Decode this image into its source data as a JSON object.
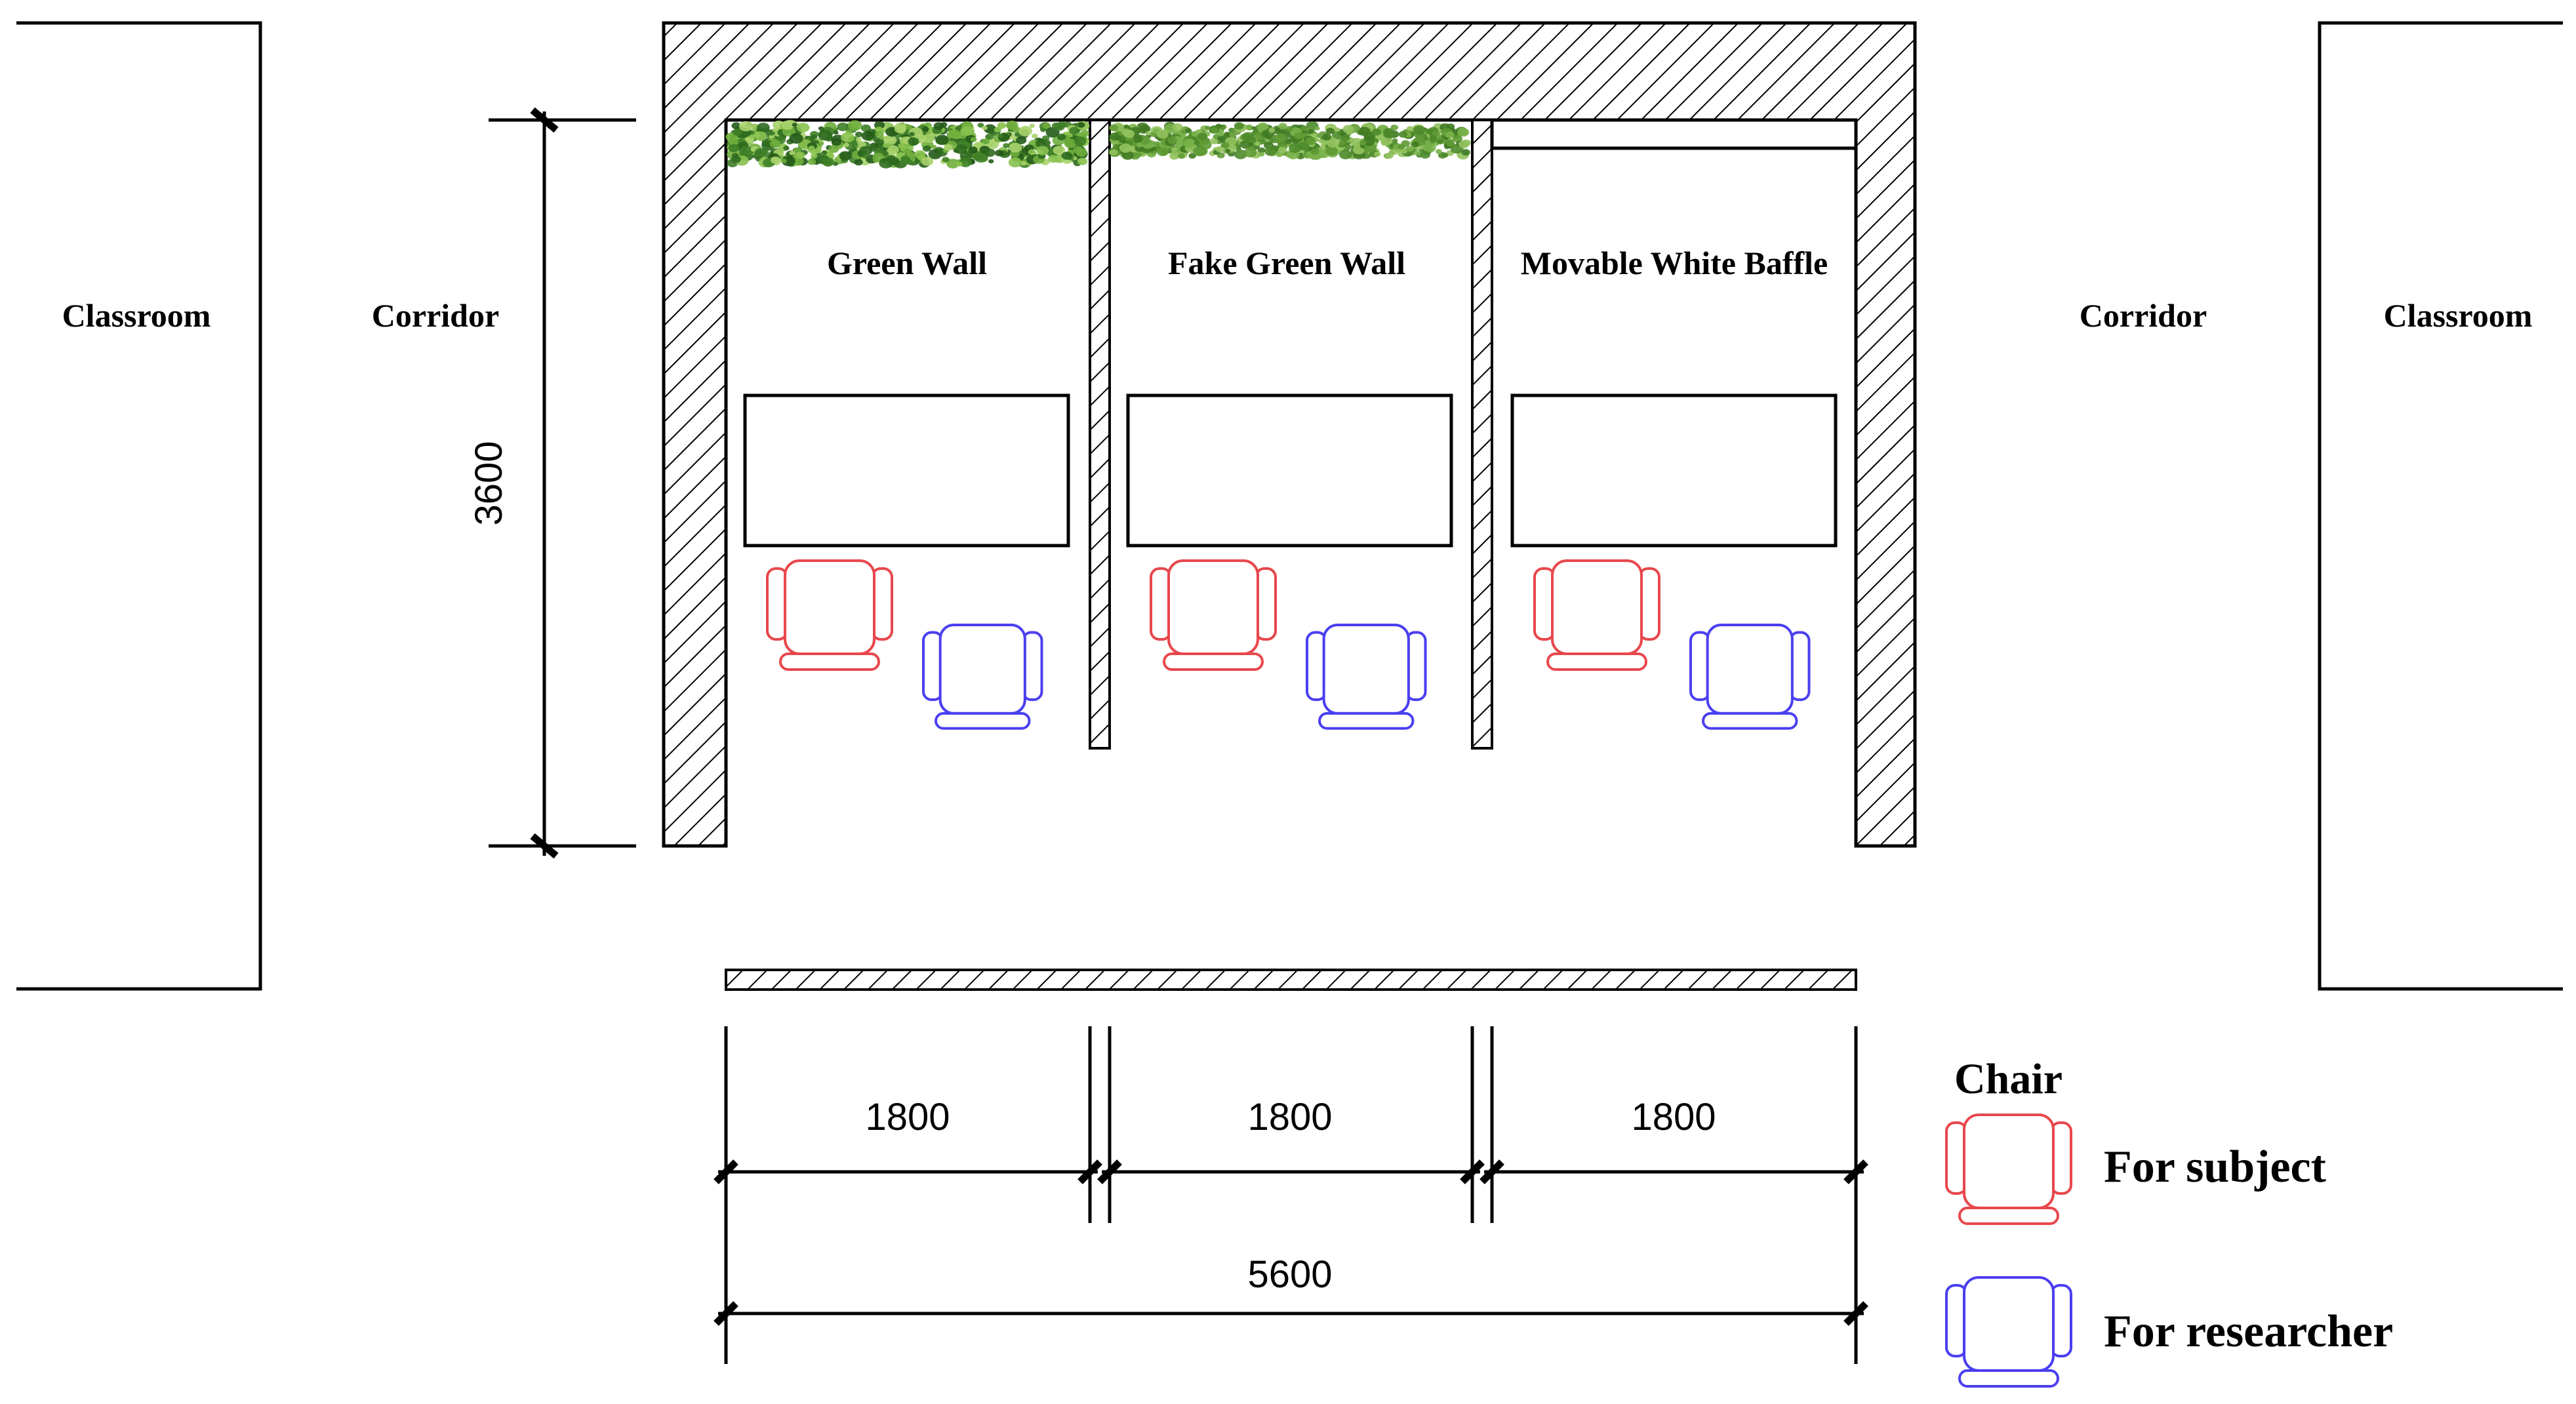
{
  "rooms": {
    "left_classroom": "Classroom",
    "right_classroom": "Classroom",
    "left_corridor": "Corridor",
    "right_corridor": "Corridor"
  },
  "booths": [
    {
      "label": "Green Wall",
      "wall_type": "living-plants"
    },
    {
      "label": "Fake Green Wall",
      "wall_type": "artificial-plants"
    },
    {
      "label": "Movable White Baffle",
      "wall_type": "white-baffle"
    }
  ],
  "dimensions": {
    "depth": "3600",
    "booth_widths": [
      "1800",
      "1800",
      "1800"
    ],
    "total_width": "5600"
  },
  "legend": {
    "title": "Chair",
    "subject_label": "For subject",
    "researcher_label": "For researcher"
  },
  "colors": {
    "subject_chair": "#e8474c",
    "researcher_chair": "#4b3ff0",
    "foliage_dark": "#2f6b1f",
    "foliage_light": "#6fae3c",
    "fake_foliage": "#5f9a34",
    "lines": "#000000"
  },
  "icons": [
    "chair-icon",
    "foliage"
  ]
}
